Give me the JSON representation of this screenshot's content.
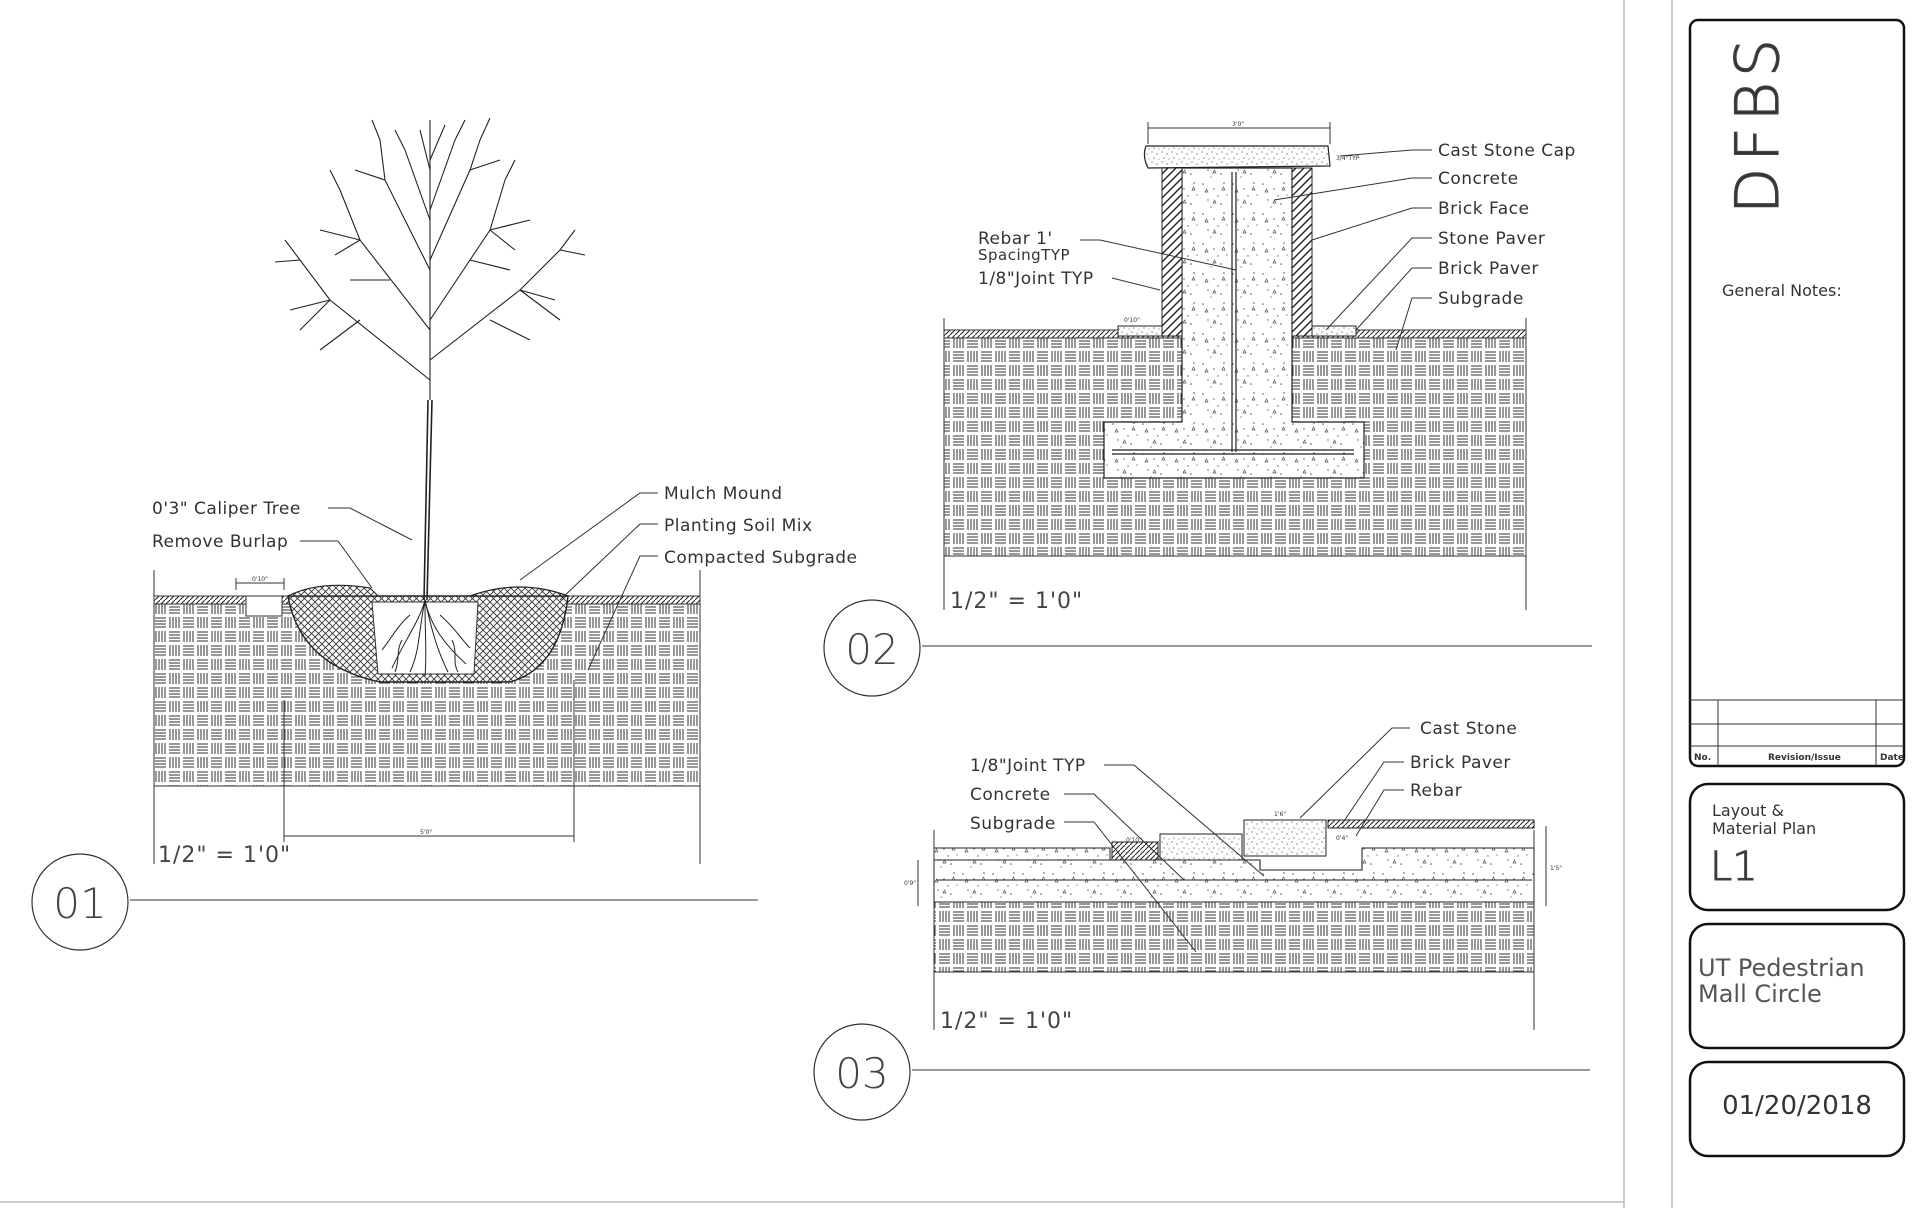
{
  "sheet": {
    "firm_logo_text": "DFBS",
    "general_notes_label": "General Notes:",
    "revision_headers": {
      "no": "No.",
      "revision": "Revision/Issue",
      "date": "Date"
    },
    "sheet_title_line1": "Layout &",
    "sheet_title_line2": "Material Plan",
    "sheet_number": "L1",
    "project_line1": "UT Pedestrian",
    "project_line2": "Mall Circle",
    "date": "01/20/2018"
  },
  "detail_01": {
    "number": "01",
    "scale": "1/2\" = 1'0\"",
    "labels": {
      "caliper_tree": "0'3\" Caliper Tree",
      "remove_burlap": "Remove Burlap",
      "mulch_mound": "Mulch Mound",
      "planting_soil": "Planting Soil Mix",
      "compacted_subgrade": "Compacted Subgrade"
    },
    "dims": {
      "top": "0'10\"",
      "bottom": "5'0\""
    }
  },
  "detail_02": {
    "number": "02",
    "scale": "1/2\" = 1'0\"",
    "labels": {
      "cast_stone_cap": "Cast Stone Cap",
      "concrete": "Concrete",
      "brick_face": "Brick Face",
      "stone_paver": "Stone Paver",
      "brick_paver": "Brick Paver",
      "subgrade": "Subgrade",
      "rebar_line1": "Rebar 1'",
      "rebar_line2": "SpacingTYP",
      "joint": "1/8\"Joint TYP"
    },
    "dims": {
      "top": "3'0\"",
      "cap": "3/4\"TYP",
      "paver": "0'10\""
    }
  },
  "detail_03": {
    "number": "03",
    "scale": "1/2\" = 1'0\"",
    "labels": {
      "cast_stone": "Cast Stone",
      "brick_paver": "Brick Paver",
      "rebar": "Rebar",
      "joint": "1/8\"Joint TYP",
      "concrete": "Concrete",
      "subgrade": "Subgrade"
    },
    "dims": {
      "a": "0'10\"",
      "b": "1'6\"",
      "c": "0'4\"",
      "left": "0'9\"",
      "right": "1'5\""
    }
  }
}
